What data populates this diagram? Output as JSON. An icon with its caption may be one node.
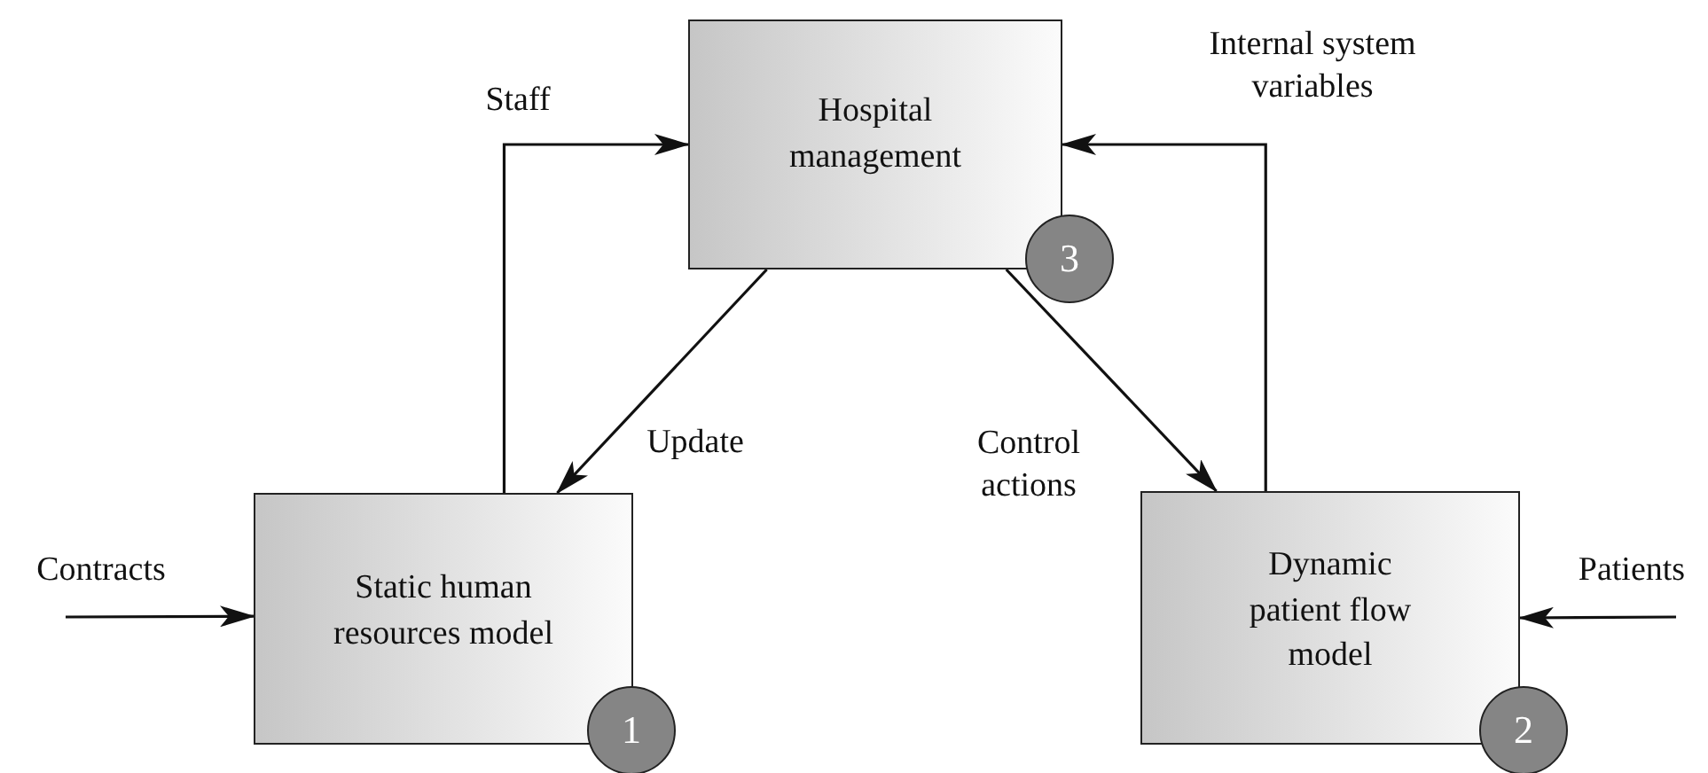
{
  "diagram": {
    "nodes": [
      {
        "text": [
          "Hospital management"
        ]
      },
      {
        "text": [
          "3"
        ]
      },
      {
        "text": [
          "Static human resources model"
        ]
      },
      {
        "text": [
          "1"
        ]
      },
      {
        "text": [
          "Dynamic patient flow model"
        ]
      },
      {
        "text": [
          "2"
        ]
      }
    ],
    "edges": [
      {
        "from": 2,
        "to": 0,
        "arrow": "to",
        "label": "Staff"
      },
      {
        "from": 0,
        "to": 2,
        "arrow": "to",
        "label": "Update"
      },
      {
        "from": 0,
        "to": 4,
        "arrow": "to",
        "label": "Control actions"
      },
      {
        "from": 4,
        "to": 0,
        "arrow": "to",
        "label": "Internal system variables"
      },
      {
        "from": null,
        "to": 2,
        "arrow": "to",
        "label": "Contracts"
      },
      {
        "from": null,
        "to": 4,
        "arrow": "to",
        "label": "Patients"
      }
    ]
  }
}
